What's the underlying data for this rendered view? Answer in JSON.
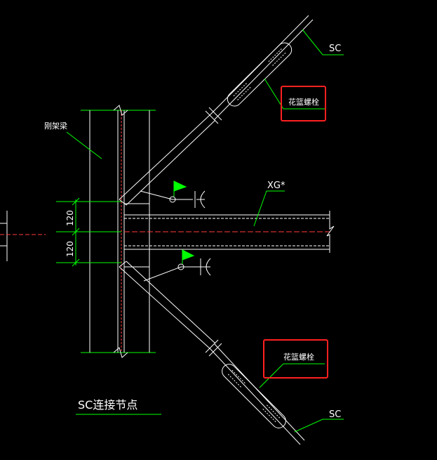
{
  "labels": {
    "beam_label": "刚架梁",
    "member_label": "XG*",
    "turnbuckle_top": "花篮螺栓",
    "turnbuckle_bottom": "花篮螺栓",
    "sc_top": "SC",
    "sc_bottom": "SC",
    "dimension_upper": "120",
    "dimension_lower": "120",
    "caption": "SC连接节点"
  },
  "colors": {
    "background": "#000000",
    "line_green": "#00ff00",
    "line_white": "#ffffff",
    "centerline_red": "#ff3b3b",
    "highlight_box": "#ff2020",
    "weld_flag": "#00ff00"
  }
}
